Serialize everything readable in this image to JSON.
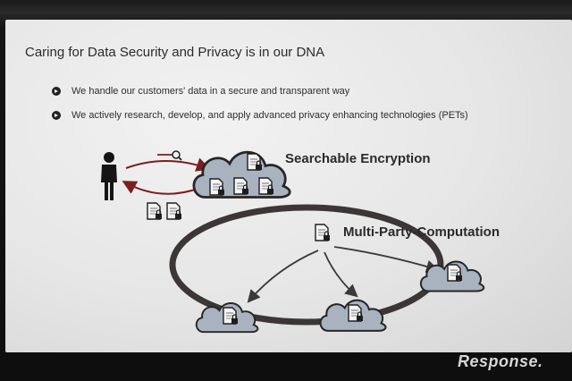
{
  "slide": {
    "title": "Caring for Data Security and Privacy is in our DNA",
    "bullets": [
      "We handle our customers' data in a secure and transparent way",
      "We actively research, develop, and apply advanced privacy enhancing technologies (PETs)"
    ],
    "labels": {
      "searchable": "Searchable Encryption",
      "mpc": "Multi-Party-Computation"
    }
  },
  "watermark": "Response.",
  "colors": {
    "arrow_red": "#7a1f1f",
    "cloud_fill": "#a9b3bf",
    "cloud_stroke": "#262626",
    "ring": "#3c3636"
  },
  "icons": [
    "person-icon",
    "magnifier-icon",
    "document-lock-icon",
    "cloud-icon",
    "bullet-arrow-icon"
  ]
}
